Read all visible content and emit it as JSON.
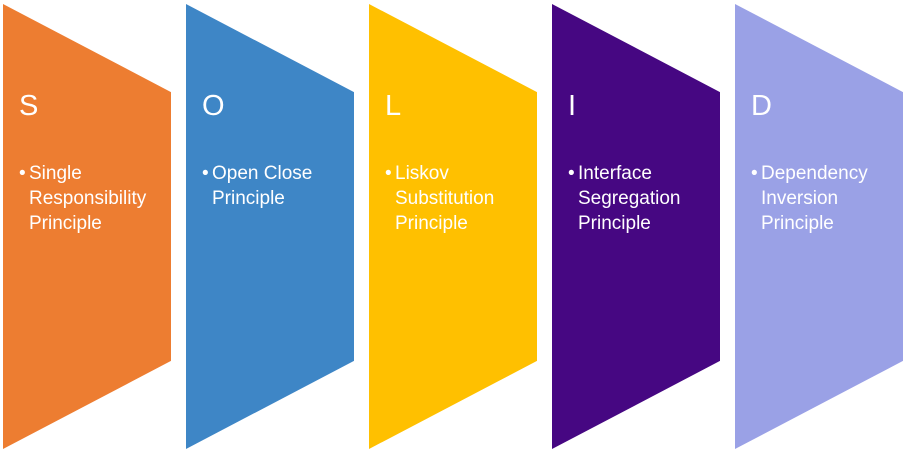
{
  "diagram": {
    "bullet": "•",
    "items": [
      {
        "letter": "S",
        "name": "Single Responsibility Principle",
        "color": "#ED7D31"
      },
      {
        "letter": "O",
        "name": "Open Close Principle",
        "color": "#3E86C6"
      },
      {
        "letter": "L",
        "name": "Liskov Substitution Principle",
        "color": "#FFC000"
      },
      {
        "letter": "I",
        "name": "Interface Segregation Principle",
        "color": "#460782"
      },
      {
        "letter": "D",
        "name": "Dependency Inversion Principle",
        "color": "#9AA1E6"
      }
    ]
  }
}
